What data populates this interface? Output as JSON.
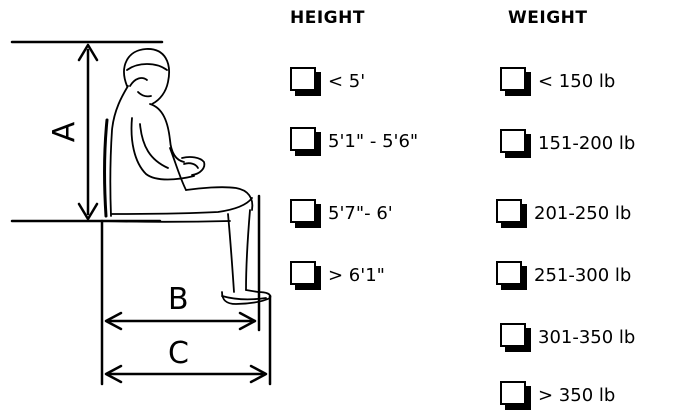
{
  "headers": {
    "height": "HEIGHT",
    "weight": "WEIGHT"
  },
  "dimensions": {
    "a": "A",
    "b": "B",
    "c": "C"
  },
  "height_options": [
    {
      "label": "< 5'",
      "checked": false
    },
    {
      "label": "5'1\" - 5'6\"",
      "checked": false
    },
    {
      "label": "5'7\"- 6'",
      "checked": false
    },
    {
      "label": "> 6'1\"",
      "checked": false
    }
  ],
  "weight_options": [
    {
      "label": "< 150 lb",
      "checked": false
    },
    {
      "label": "151-200 lb",
      "checked": false
    },
    {
      "label": "201-250 lb",
      "checked": false
    },
    {
      "label": "251-300 lb",
      "checked": false
    },
    {
      "label": "301-350 lb",
      "checked": false
    },
    {
      "label": "> 350 lb",
      "checked": false
    }
  ]
}
